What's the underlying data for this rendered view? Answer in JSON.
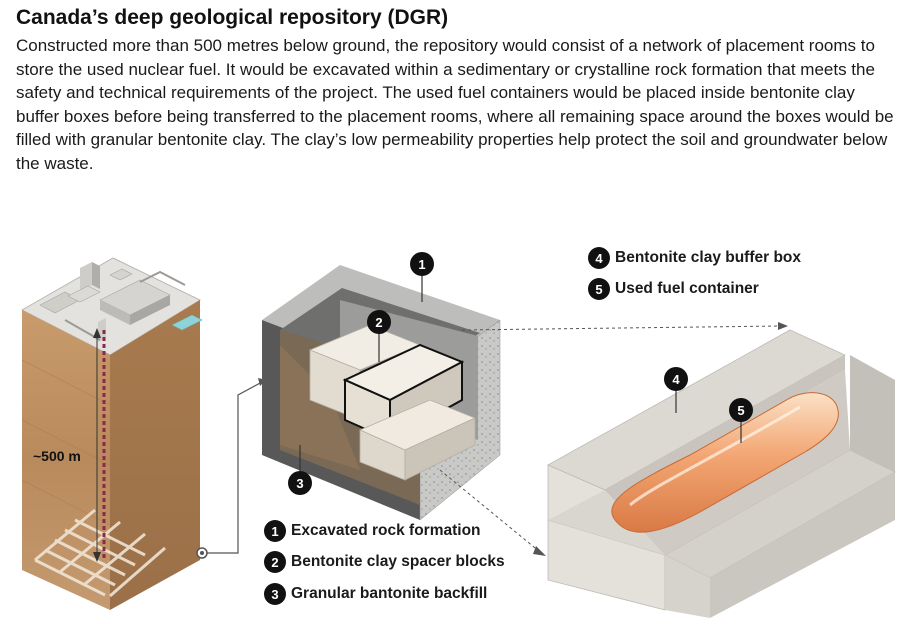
{
  "title": "Canada’s deep geological repository (DGR)",
  "intro": "Constructed more than 500 metres below ground, the repository would consist of a network of placement rooms to store the used nuclear fuel. It would be excavated within a sedimentary or crystalline rock formation that meets the safety and technical requirements of the project. The used fuel containers would be placed inside bentonite clay buffer boxes before being transferred to the placement rooms, where all remaining space around the boxes would be filled with granular bentonite clay. The clay’s low permeability properties help protect the soil and groundwater below the waste.",
  "depth_label": "~500 m",
  "legend": [
    {
      "num": "1",
      "label": "Excavated rock formation"
    },
    {
      "num": "2",
      "label": "Bentonite clay spacer blocks"
    },
    {
      "num": "3",
      "label": "Granular bantonite backfill"
    },
    {
      "num": "4",
      "label": "Bentonite clay buffer box"
    },
    {
      "num": "5",
      "label": "Used fuel container"
    }
  ],
  "colors": {
    "rock": "#4a4a4a",
    "concrete": "#c9c9c7",
    "bentonite_block": "#e9e3d9",
    "soil": "#b88a5e",
    "fuel_container": "#f0a470",
    "depth_line": "#8a2a4a"
  }
}
